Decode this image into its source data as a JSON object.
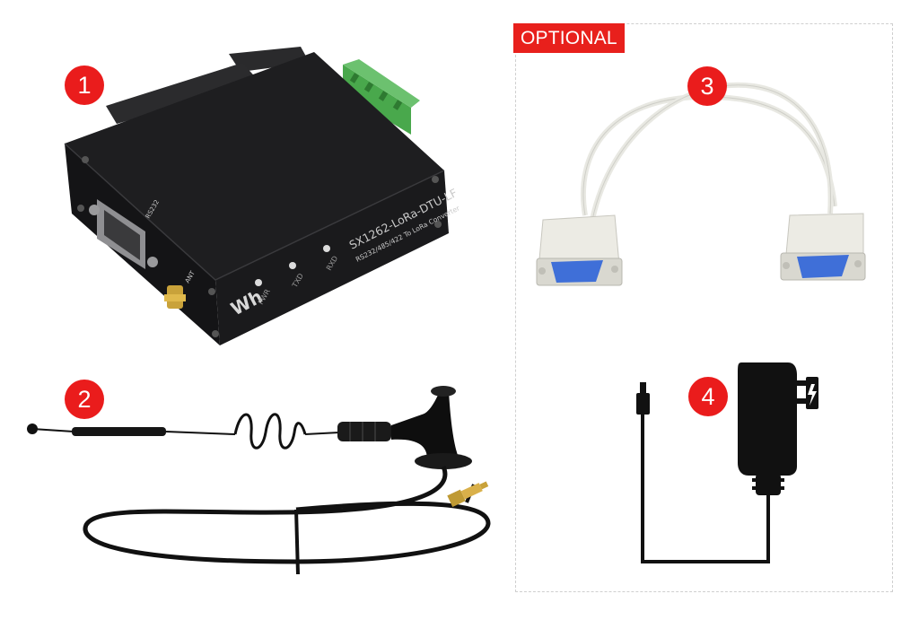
{
  "optional": {
    "label": "OPTIONAL"
  },
  "items": [
    {
      "number": "1"
    },
    {
      "number": "2"
    },
    {
      "number": "3"
    },
    {
      "number": "4"
    }
  ],
  "device": {
    "model": "SX1262-LoRa-DTU-LF",
    "subtitle": "RS232/485/422 To LoRa Converter",
    "port_label": "RS232",
    "antenna_label": "ANT",
    "leds": [
      "PWR",
      "TXD",
      "RXD"
    ]
  },
  "colors": {
    "badge": "#ea1c1c",
    "device_body": "#1c1c1e",
    "terminal": "#4caf50",
    "connector_blue": "#3f6fd8"
  }
}
